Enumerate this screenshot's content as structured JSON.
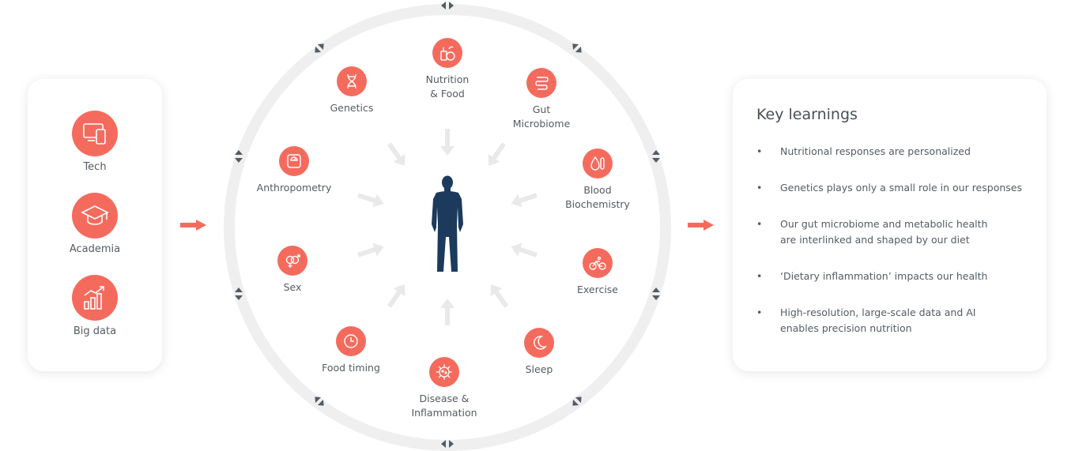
{
  "colors": {
    "accent": "#f46b5e",
    "ring": "#efefef",
    "text": "#555b63",
    "figure": "#1b3a5c"
  },
  "sources": [
    {
      "label": "Tech",
      "icon": "devices-icon"
    },
    {
      "label": "Academia",
      "icon": "graduation-cap-icon"
    },
    {
      "label": "Big data",
      "icon": "growth-chart-icon"
    }
  ],
  "factors": [
    {
      "label": "Nutrition\n& Food",
      "icon": "food-icon"
    },
    {
      "label": "Gut\nMicrobiome",
      "icon": "gut-icon"
    },
    {
      "label": "Blood\nBiochemistry",
      "icon": "blood-drop-icon"
    },
    {
      "label": "Exercise",
      "icon": "bicycle-icon"
    },
    {
      "label": "Sleep",
      "icon": "moon-icon"
    },
    {
      "label": "Disease &\nInflammation",
      "icon": "virus-icon"
    },
    {
      "label": "Food timing",
      "icon": "clock-icon"
    },
    {
      "label": "Sex",
      "icon": "gender-icon"
    },
    {
      "label": "Anthropometry",
      "icon": "scale-icon"
    },
    {
      "label": "Genetics",
      "icon": "dna-icon"
    }
  ],
  "key_learnings": {
    "title": "Key learnings",
    "bullet": "•",
    "items": [
      "Nutritional responses are personalized",
      "Genetics plays only a small role in our responses",
      "Our gut microbiome and metabolic health\nare interlinked and shaped by our diet",
      "‘Dietary inflammation’ impacts our health",
      "High-resolution, large-scale data and AI\nenables precision nutrition"
    ]
  }
}
